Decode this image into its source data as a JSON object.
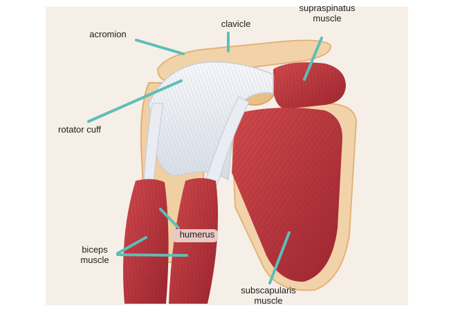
{
  "labels": {
    "acromion": "acromion",
    "clavicle": "clavicle",
    "supraspinatus_line1": "supraspinatus",
    "supraspinatus_line2": "muscle",
    "rotator_cuff": "rotator cuff",
    "humerus": "humerus",
    "biceps_line1": "biceps",
    "biceps_line2": "muscle",
    "subscapularis_line1": "subscapularis",
    "subscapularis_line2": "muscle"
  },
  "colors": {
    "leader_line": "#5cbfb8",
    "bone": "#f2d3a9",
    "bone_dark": "#e6b981",
    "muscle": "#c23a3f",
    "muscle_dark": "#8f1f27",
    "tendon": "#eef1f5",
    "background_panel": "#f6efe8"
  }
}
